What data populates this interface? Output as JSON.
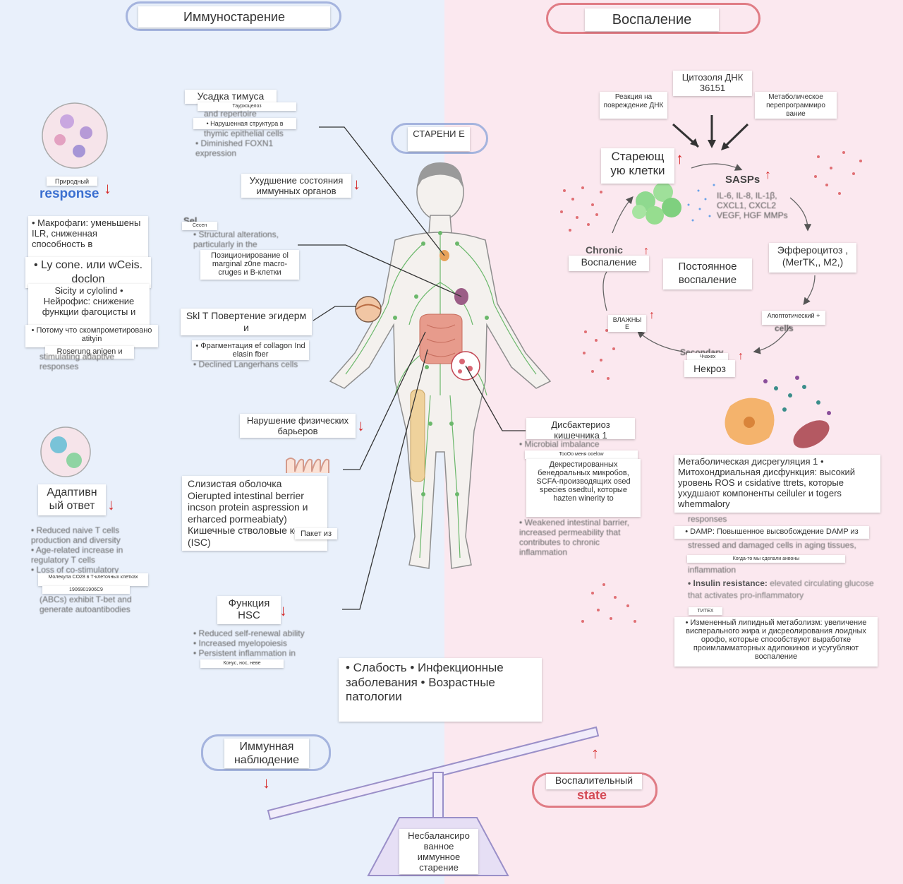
{
  "headers": {
    "left": "Иммуностарение",
    "right": "Воспаление",
    "center": "СТАРЕНИ Е"
  },
  "colors": {
    "left_bg": "#e9f0fb",
    "right_bg": "#fbe8ef",
    "blue_border": "#a5b4de",
    "red_border": "#e07c85",
    "arrow_red": "#d62a2a"
  },
  "left": {
    "innate": {
      "label": "Природный",
      "word": "response"
    },
    "macrophage": "• Макрофаги: уменьшены ILR, сниженная способность в",
    "ly": "• Ly cone. или wCeis. doclon",
    "sicity": "Sicity и cylolind • Нейрофис: снижение функции фагоцисты и",
    "potomu": "• Потому что скомпрометировано atityin",
    "roserung": "Roserung anigen и",
    "blur_tail": "stimulating adaptive responses",
    "thymus": {
      "title": "Усадка тимуса",
      "tag": "Таурхоцелоз",
      "b1": "and repertoire",
      "b2": "• Нарушенная структура в",
      "b3": "thymic epithelial cells",
      "b4": "• Diminished FOXN1 expression"
    },
    "immune_organs": "Ухудшение состояния иммунных органов",
    "spleen": {
      "title": "Sel...",
      "tag": "Сесен",
      "b1": "• Structural alterations, particularly in the",
      "box": "Позиционирование ol marginal z0ne macro-cruges и В-клетки"
    },
    "skin": {
      "title": "Skl T Повертение эгидерм и",
      "b1": "• Фрагментация ef collagon Ind elasin fber",
      "b2": "• Declined Langerhans cells"
    },
    "barrier": "Нарушение физических барьеров",
    "mucosa": {
      "text": "Слизистая оболочка Oierupted intestinal berrier incson protein aspression и erharced pormeabiaty) Кишечные стволовые колы (ISC)",
      "tag": "Пакет из"
    },
    "adaptive": {
      "title": "Адаптивн ый ответ",
      "b1": "• Reduced naive T cells production and diversity",
      "b2": "• Age-related increase in regulatory T cells",
      "b3": "• Loss of co-stimulatory",
      "tag1": "Молекула CO28 в Т-клеточных клетках",
      "tag2": "1906901906C9",
      "b4": "(ABCs) exhibit T-bet and generate autoantibodies"
    },
    "hsc": {
      "title": "Функция HSC",
      "b1": "• Reduced self-renewal ability",
      "b2": "• Increased myelopoiesis",
      "b3": "• Persistent inflammation in",
      "tag": "Конус, нос, неве"
    }
  },
  "right": {
    "cytosol": "Цитозоля ДНК 36151",
    "dna_damage": "Реакция на повреждение ДНК",
    "metabolic_reprog": "Метаболическое перепрограммиро вание",
    "senescent": "Стареющ ую клетки",
    "sasps": {
      "title": "SASPs",
      "list": "IL-6, IL-8, IL-1β, CXCL1, CXCL2 VEGF, HGF MMPs"
    },
    "chronic": {
      "word": "Chronic",
      "label": "Воспаление"
    },
    "persistent": "Постоянное воспаление",
    "efferocytosis": "Эффероцитоз , (MerTK,, M2,)",
    "apoptotic": "Апоптотический +",
    "cells_word": "cells",
    "moist": "ВЛАЖНЫ Е",
    "secondary": "Secondary",
    "secondary_tag": "Ччахех",
    "necrosis": "Некроз",
    "dysbiosis": {
      "title": "Дисбактериоз кишечника 1",
      "b1": "• Microbial imbalance",
      "tag": "TooOo меня ooelow",
      "box": "Декрестированных бенедоальных микробов, SCFA-производящих osed species osedtul, которые hazten winerity to",
      "b2": "• Weakened intestinal barrier, increased permeability that contributes to chronic inflammation"
    },
    "metabolic": {
      "title": "Метаболическая дисрегуляция 1 • Митохондриальная дисфункция: высокий уровень ROS и csidative ttrets, которые ухудшают компоненты ceiluler и togers whemmalory",
      "b1": "responses",
      "damp": "• DAMP: Повышенное высвобождение DAMP из",
      "b2": "stressed and damaged cells in aging tissues,",
      "tag": "Когда-то мы сделали анвоны",
      "b3": "inflammation",
      "insulin_bold": "• Insulin resistance:",
      "insulin_rest": "elevated circulating glucose that activates pro-inflammatory",
      "tag2": "ТИТЕХ",
      "lipid": "• Измененный липидный метаболизм: увеличение висперального жира и дисреолирования лоидных орофо, которые способствуют выработке проимламматорных адипокинов и усугубляют воспаление"
    }
  },
  "bottom": {
    "outcomes": "• Слабость • Инфекционные заболевания • Возрастные патологии",
    "surveillance": "Иммунная наблюдение",
    "inflammatory_state": "Воспалительный",
    "state_word": "state",
    "imbalance": "Несбалансиро ванное иммунное старение"
  }
}
